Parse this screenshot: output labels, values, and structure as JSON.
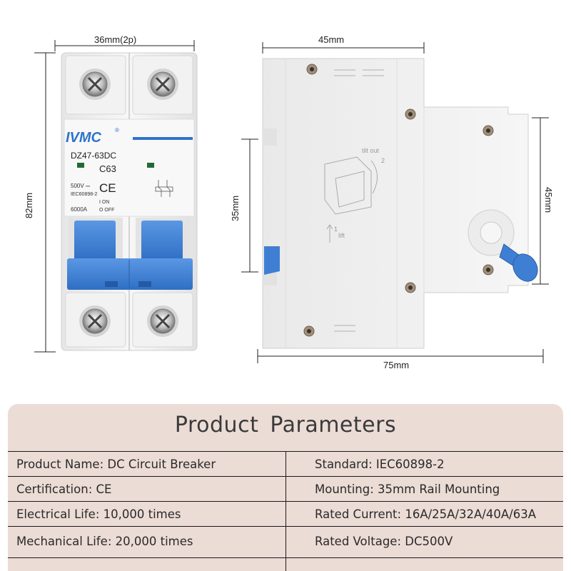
{
  "dimensions": {
    "front_width": "36mm(2p)",
    "front_height": "82mm",
    "side_top_width": "45mm",
    "side_bottom_width": "75mm",
    "side_left_height": "35mm",
    "side_right_height": "45mm"
  },
  "breaker": {
    "brand": "IVMC",
    "registered_mark": "®",
    "model": "DZ47-63DC",
    "rating": "C63",
    "voltage": "500V ⎓",
    "standard_mark": "IEC60898-2",
    "breaking_capacity": "6000A",
    "ce_mark": "CE",
    "on_label": "I ON",
    "off_label": "O OFF"
  },
  "side_view": {
    "tilt_label": "tilt out",
    "lift_label": "lift",
    "step_one": "1",
    "step_two": "2"
  },
  "parameters": {
    "title": "Product  Parameters",
    "rows": [
      {
        "left": "Product Name: DC Circuit Breaker",
        "right": "Standard: IEC60898-2"
      },
      {
        "left": "Certification: CE",
        "right": "Mounting: 35mm Rail Mounting"
      },
      {
        "left": "Electrical Life: 10,000 times",
        "right": "Rated Current: 16A/25A/32A/40A/63A"
      },
      {
        "left": "Mechanical Life: 20,000 times",
        "right": "Rated Voltage: DC500V"
      }
    ]
  },
  "colors": {
    "brand_blue": "#2f73c9",
    "toggle_blue": "#3f7fd3",
    "housing": "#f1f1f1",
    "panel_bg": "#ecdcd6",
    "indicator_green": "#1f6b35"
  }
}
